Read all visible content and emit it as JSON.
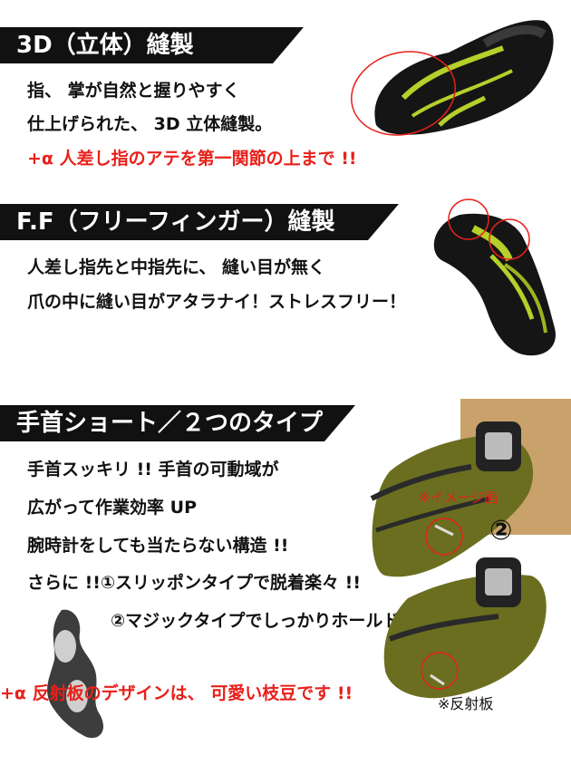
{
  "section1": {
    "title": "3D（立体）縫製",
    "line1": "指、 掌が自然と握りやすく",
    "line2": "仕上げられた、 3D 立体縫製。",
    "note": "+α  人差し指のアテを第一関節の上まで !!"
  },
  "section2": {
    "title": "F.F（フリーフィンガー）縫製",
    "line1": "人差し指先と中指先に、 縫い目が無く",
    "line2": "爪の中に縫い目がアタラナイ！ストレスフリー！"
  },
  "section3": {
    "title": "手首ショート／２つのタイプ",
    "line1": "手首スッキリ !! 手首の可動域が",
    "line2": "広がって作業効率 UP",
    "line3": "腕時計をしても当たらない構造 !!",
    "line4": "さらに !!①スリッポンタイプで脱着楽々 !!",
    "line5": "②マジックタイプでしっかりホールド !!",
    "note": "+α  反射板のデザインは、 可愛い枝豆です !!",
    "image_caption": "※イメージ画",
    "badge": "②",
    "reflector_caption": "※反射板"
  },
  "colors": {
    "banner": "#111111",
    "accent_red": "#e8201a",
    "glove_green": "#6b6e1f",
    "glove_lime": "#b6cf2a",
    "skin": "#c9a26b"
  }
}
